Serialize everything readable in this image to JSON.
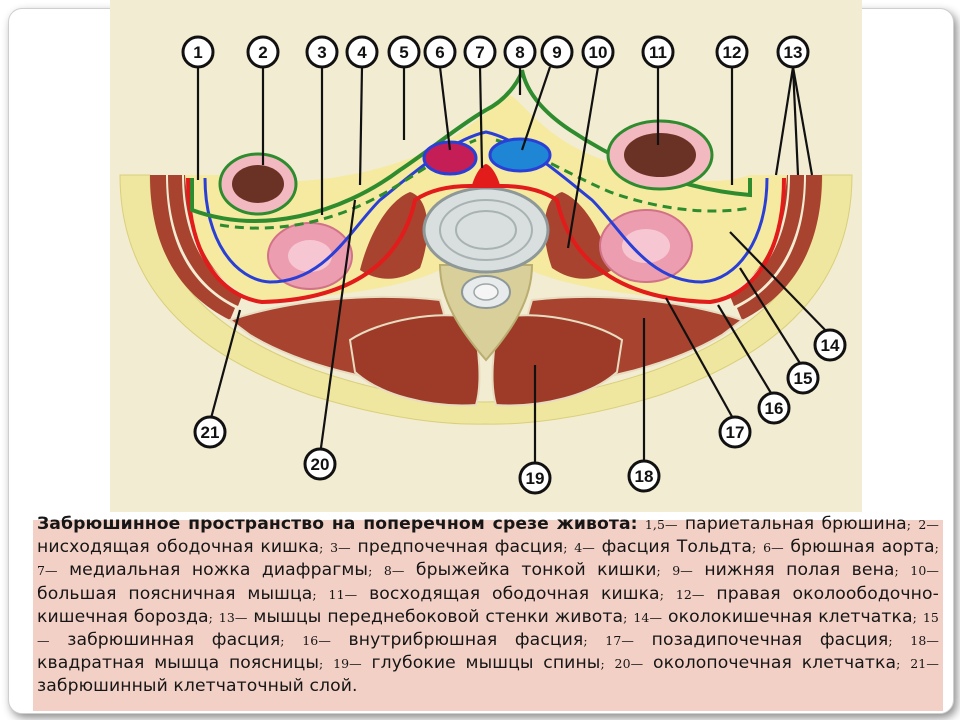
{
  "figure": {
    "labels": [
      "1",
      "2",
      "3",
      "4",
      "5",
      "6",
      "7",
      "8",
      "9",
      "10",
      "11",
      "12",
      "13",
      "14",
      "15",
      "16",
      "17",
      "18",
      "19",
      "20",
      "21"
    ]
  },
  "caption": {
    "title": "Забрюшинное пространство на поперечном срезе живота",
    "items": [
      {
        "num": "1,5",
        "text": "париетальная брюшина"
      },
      {
        "num": "2",
        "text": "нисходящая ободочная кишка"
      },
      {
        "num": "3",
        "text": "предпочечная фасция"
      },
      {
        "num": "4",
        "text": "фасция Тольдта"
      },
      {
        "num": "6",
        "text": "брюшная аорта"
      },
      {
        "num": "7",
        "text": "медиальная ножка диафрагмы"
      },
      {
        "num": "8",
        "text": "брыжейка тонкой кишки"
      },
      {
        "num": "9",
        "text": "нижняя полая вена"
      },
      {
        "num": "10",
        "text": "большая поясничная мышца"
      },
      {
        "num": "11",
        "text": "восходящая ободочная кишка"
      },
      {
        "num": "12",
        "text": "правая околоободочно-кишечная борозда"
      },
      {
        "num": "13",
        "text": "мышцы переднебоковой стенки живота"
      },
      {
        "num": "14",
        "text": "околокишечная клетчатка"
      },
      {
        "num": "15",
        "text": "забрюшинная фасция"
      },
      {
        "num": "16",
        "text": "внутрибрюшная фасция"
      },
      {
        "num": "17",
        "text": "позадипочечная фасция"
      },
      {
        "num": "18",
        "text": "квадратная мышца поясницы"
      },
      {
        "num": "19",
        "text": "глубокие мышцы спины"
      },
      {
        "num": "20",
        "text": "околопочечная клетчатка"
      },
      {
        "num": "21",
        "text": "забрюшинный клетчаточный слой"
      }
    ]
  },
  "colors": {
    "figure_bg": "#f2ecd2",
    "fat": "#f5eaa0",
    "muscle": "#a8432f",
    "peritoneum": "#2e8b2e",
    "fascia_red": "#e21b1b",
    "fascia_blue": "#2a3fd6",
    "kidney": "#ec9eb0",
    "caption_bg": "#f3d0c6"
  }
}
